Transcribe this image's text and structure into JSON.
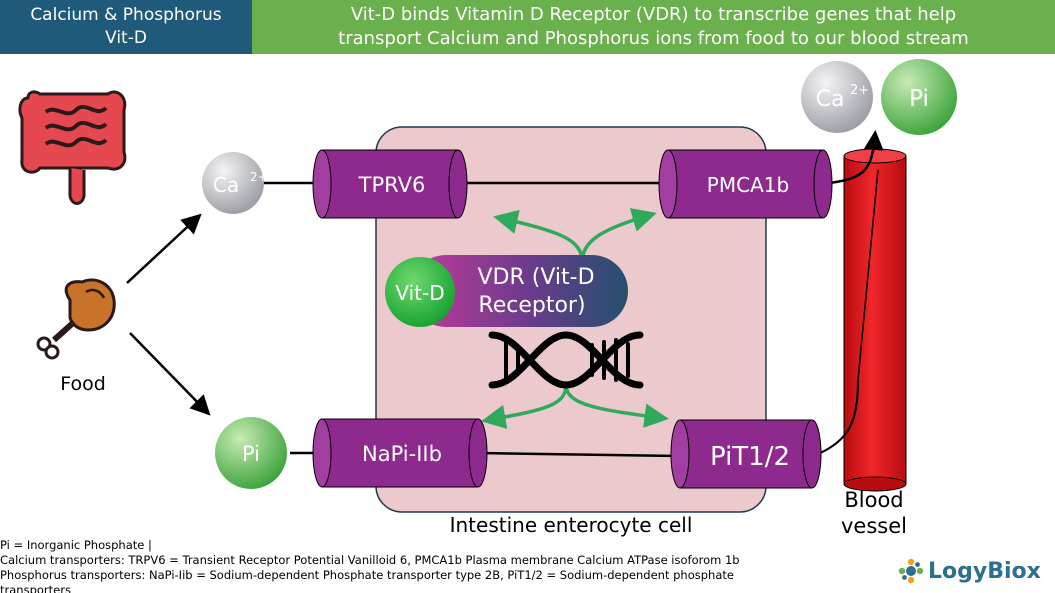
{
  "header": {
    "left_line1": "Calcium & Phosphorus",
    "left_line2": "Vit-D",
    "right_line1": "Vit-D binds Vitamin D Receptor (VDR) to transcribe genes that help",
    "right_line2": "transport Calcium and Phosphorus ions from food to our blood stream"
  },
  "diagram": {
    "food_label": "Food",
    "ca_left": "Ca",
    "ca_left_sup": "2+",
    "pi_left": "Pi",
    "ca_right": "Ca",
    "ca_right_sup": "2+",
    "pi_right": "Pi",
    "tprv6": "TPRV6",
    "pmca1b": "PMCA1b",
    "napi": "NaPi-IIb",
    "pit": "PiT1/2",
    "vitd": "Vit-D",
    "vdr_line1": "VDR (Vit-D",
    "vdr_line2": "Receptor)",
    "cell_label": "Intestine enterocyte cell",
    "vessel_line1": "Blood",
    "vessel_line2": "vessel"
  },
  "footnotes": {
    "line1": "Pi = Inorganic Phosphate |",
    "line2": "Calcium transporters: TRPV6 = Transient Receptor Potential Vanilloid 6, PMCA1b Plasma membrane Calcium ATPase isoforom 1b",
    "line3": "Phosphorus transporters: NaPi-Iib = Sodium-dependent Phosphate transporter type 2B, PiT1/2 = Sodium-dependent phosphate",
    "line4": "transporters"
  },
  "logo": {
    "text": "LogyBiox"
  },
  "colors": {
    "header_left_bg": "#1f5a7a",
    "header_right_bg": "#6ab04c",
    "cell_fill": "#ecc9cc",
    "transporter": "#8e2a8e",
    "arrow_green": "#2eaa5a",
    "vessel_red": "#e8141a",
    "logo": "#2e6f8e"
  },
  "icons": [
    "intestine-icon",
    "chicken-leg-icon",
    "dna-icon",
    "logo-mark-icon"
  ]
}
